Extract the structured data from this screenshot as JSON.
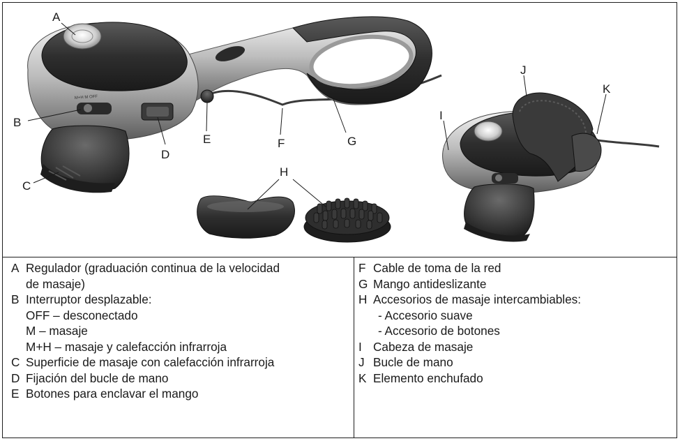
{
  "callouts": [
    "A",
    "B",
    "C",
    "D",
    "E",
    "F",
    "G",
    "H",
    "I",
    "J",
    "K"
  ],
  "device_text": {
    "switch_labels": "M+H  M  OFF"
  },
  "legend_left": [
    {
      "key": "A",
      "text": "Regulador (graduación continua de la velocidad",
      "cont": "de masaje)"
    },
    {
      "key": "B",
      "text": "Interruptor desplazable:",
      "subs": [
        "OFF – desconectado",
        "M – masaje",
        "M+H – masaje y calefacción infrarroja"
      ]
    },
    {
      "key": "C",
      "text": "Superficie de masaje con calefacción infrarroja"
    },
    {
      "key": "D",
      "text": "Fijación del bucle de mano"
    },
    {
      "key": "E",
      "text": "Botones para enclavar el mango"
    }
  ],
  "legend_right": [
    {
      "key": "F",
      "text": "Cable de toma de la red"
    },
    {
      "key": "G",
      "text": "Mango antideslizante"
    },
    {
      "key": "H",
      "text": "Accesorios de masaje intercambiables:",
      "subs": [
        "- Accesorio suave",
        "- Accesorio de botones"
      ]
    },
    {
      "key": "I",
      "text": "Cabeza de masaje"
    },
    {
      "key": "J",
      "text": "Bucle de mano"
    },
    {
      "key": "K",
      "text": "Elemento enchufado"
    }
  ]
}
